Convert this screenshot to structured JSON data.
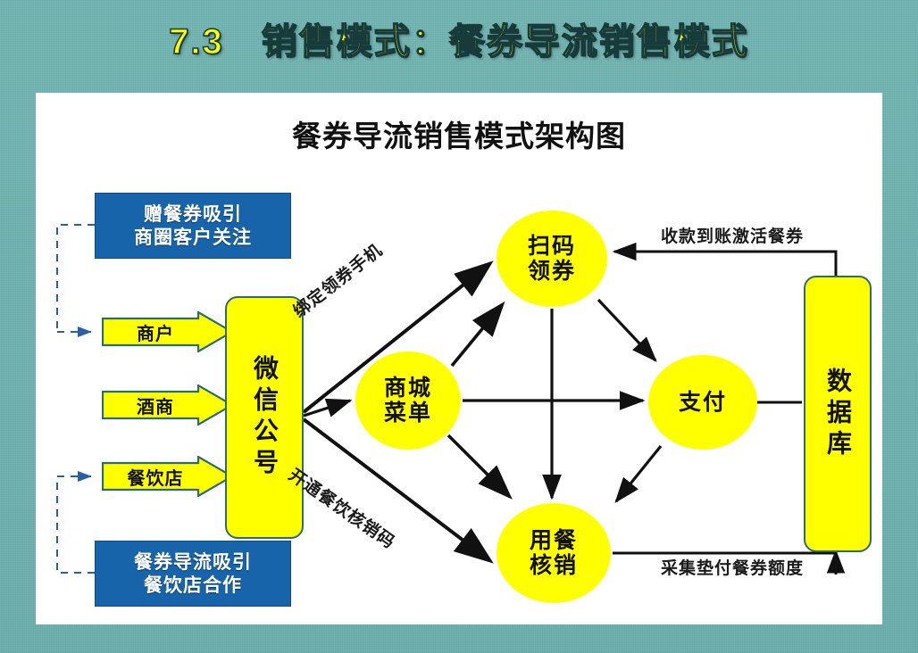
{
  "slide": {
    "title": "7.3　销售模式：餐券导流销售模式",
    "title_color": "#ffff00",
    "background_color": "#6fb2b0"
  },
  "diagram": {
    "title": "餐券导流销售模式架构图",
    "panel_color": "#ffffff",
    "callouts": [
      {
        "id": "attract-customers",
        "line1": "赠餐券吸引",
        "line2": "商圈客户关注",
        "color": "#1764ab"
      },
      {
        "id": "attract-restaurants",
        "line1": "餐券导流吸引",
        "line2": "餐饮店合作",
        "color": "#1764ab"
      }
    ],
    "sources": [
      {
        "id": "merchant",
        "label": "商户",
        "color": "#ffff00"
      },
      {
        "id": "liquor-dealer",
        "label": "酒商",
        "color": "#ffff00"
      },
      {
        "id": "restaurant",
        "label": "餐饮店",
        "color": "#ffff00"
      }
    ],
    "nodes": [
      {
        "id": "wechat-official-account",
        "label": "微信公号",
        "shape": "rounded-rect",
        "color": "#ffff00"
      },
      {
        "id": "scan-get-coupon",
        "label_line1": "扫码",
        "label_line2": "领券",
        "shape": "ellipse",
        "color": "#ffff00"
      },
      {
        "id": "mall-menu",
        "label_line1": "商城",
        "label_line2": "菜单",
        "shape": "ellipse",
        "color": "#ffff00"
      },
      {
        "id": "payment",
        "label_line1": "支付",
        "label_line2": "",
        "shape": "ellipse",
        "color": "#ffff00"
      },
      {
        "id": "dining-redemption",
        "label_line1": "用餐",
        "label_line2": "核销",
        "shape": "ellipse",
        "color": "#ffff00"
      },
      {
        "id": "database",
        "label": "数据库",
        "shape": "rounded-rect",
        "color": "#ffff00"
      }
    ],
    "edge_labels": [
      {
        "id": "bind-phone",
        "text": "绑定领券手机"
      },
      {
        "id": "open-redeem-code",
        "text": "开通餐饮核销码"
      },
      {
        "id": "activate-coupon",
        "text": "收款到账激活餐券"
      },
      {
        "id": "collect-quota",
        "text": "采集垫付餐券额度"
      }
    ]
  }
}
